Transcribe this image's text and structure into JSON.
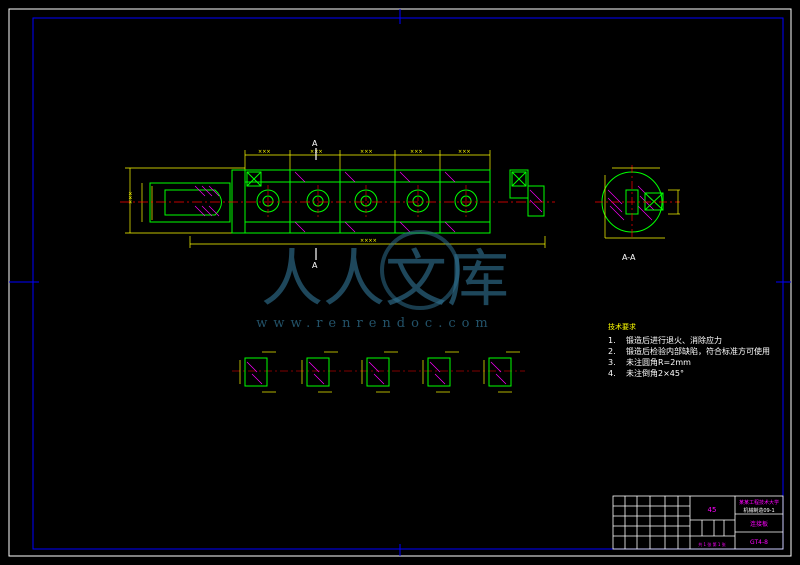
{
  "drawing": {
    "section_marker_top": "A",
    "section_marker_bottom": "A",
    "section_view_label": "A-A",
    "watermark_brand": "人人文库",
    "watermark_url": "www.renrendoc.com"
  },
  "tech_requirements": {
    "heading": "技术要求",
    "items": [
      {
        "num": "1.",
        "text": "锻造后进行退火、消除应力"
      },
      {
        "num": "2.",
        "text": "锻造后检验内部缺陷，符合标准方可使用"
      },
      {
        "num": "3.",
        "text": "未注圆角R=2mm"
      },
      {
        "num": "4.",
        "text": "未注倒角2×45°"
      }
    ]
  },
  "title_block": {
    "material": "45",
    "school": "某某工程技术大学",
    "class": "机械制造09-1",
    "part_name": "连接板",
    "drawing_no": "GT4-8",
    "scale_note": "共 1 张 第 1 张"
  },
  "colors": {
    "frame": "#ffffff",
    "part_outline": "#00ff00",
    "dimension": "#ffff00",
    "centerline": "#ff0000",
    "hatch": "#ff00ff",
    "title_text": "#ff00ff",
    "watermark": "#2e6e8c"
  }
}
